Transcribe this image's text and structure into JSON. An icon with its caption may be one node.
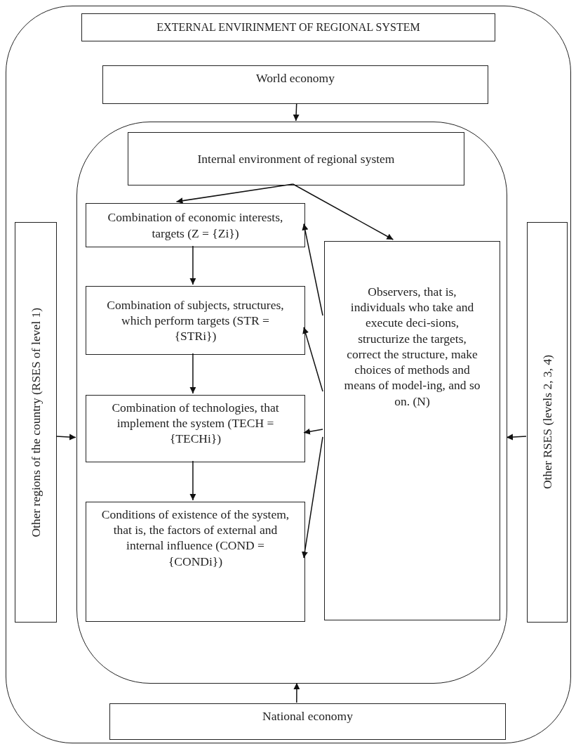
{
  "diagram": {
    "nodes": [
      {
        "text": [],
        "shape": "box"
      },
      {
        "text": [
          "EXTERNAL ENVIRINMENT OF REGIONAL SYSTEM"
        ],
        "in": 0
      },
      {
        "text": [
          "World economy"
        ],
        "in": 0
      },
      {
        "text": [
          "Other regions of the country (RSES of level 1)"
        ],
        "in": 0
      },
      {
        "text": [],
        "shape": "box",
        "in": 0
      },
      {
        "text": [
          "Internal environment of regional system"
        ],
        "in": 4
      },
      {
        "text": [
          "Combination of economic interests, targets (Z = {Zi})"
        ],
        "in": 4
      },
      {
        "text": [
          "Combination of subjects, structures, which perform targets (STR = {STRi})"
        ],
        "in": 4
      },
      {
        "text": [
          "Combination of  technologies, that implement the system (TECH = {TECHi})"
        ],
        "in": 4
      },
      {
        "text": [
          "Conditions of existence of the system, that is, the factors of external and internal influence (COND = {CONDi})"
        ],
        "in": 4
      },
      {
        "text": [
          "Observers, that is, individuals who take and execute deci-sions, structurize the targets, correct the structure, make choices of methods and means of model-ing, and so on. (N)"
        ],
        "in": 4
      },
      {
        "text": [
          "Other RSES  (levels 2, 3, 4)"
        ],
        "in": 0
      },
      {
        "text": [
          "National economy"
        ],
        "in": 0
      }
    ],
    "edges": [
      {
        "from": 2,
        "to": 4,
        "arrow": "to"
      },
      {
        "from": 3,
        "to": 4,
        "arrow": "to"
      },
      {
        "from": 11,
        "to": 4,
        "arrow": "to"
      },
      {
        "from": 12,
        "to": 4,
        "arrow": "to"
      },
      {
        "from": 5,
        "to": 6,
        "arrow": "to"
      },
      {
        "from": 5,
        "to": 10,
        "arrow": "to"
      },
      {
        "from": 6,
        "to": 7,
        "arrow": "to"
      },
      {
        "from": 7,
        "to": 8,
        "arrow": "to"
      },
      {
        "from": 8,
        "to": 9,
        "arrow": "to"
      },
      {
        "from": 10,
        "to": 6,
        "arrow": "to"
      },
      {
        "from": 10,
        "to": 7,
        "arrow": "to"
      },
      {
        "from": 10,
        "to": 8,
        "arrow": "to"
      },
      {
        "from": 10,
        "to": 9,
        "arrow": "to"
      }
    ]
  }
}
